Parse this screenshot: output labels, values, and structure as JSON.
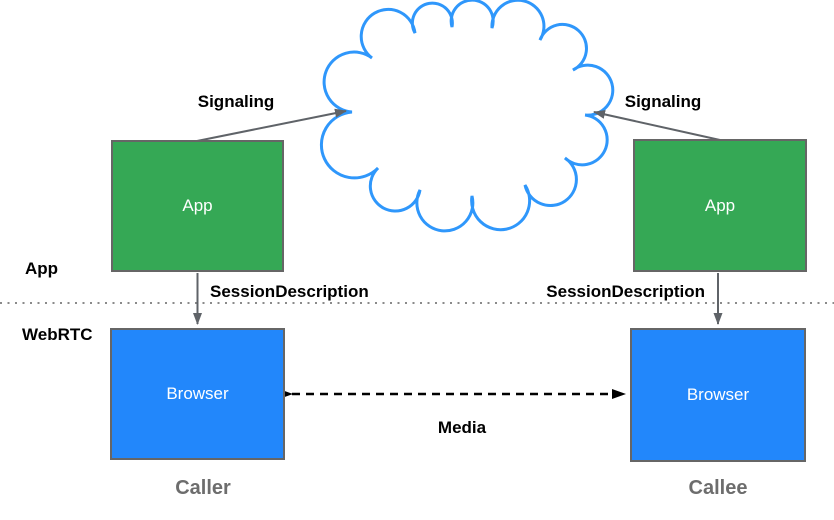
{
  "colors": {
    "box-green": "#35A855",
    "box-blue": "#2287FB",
    "cloud-stroke": "#2F97FB",
    "box-border": "#666666",
    "connector": "#5F6368",
    "media-arrow": "#000000",
    "separator": "#8A8A8A",
    "label": "#000000",
    "endpoint-label": "#6D6D6D",
    "box-text": "#FFFFFF"
  },
  "layers": {
    "app": "App",
    "webrtc": "WebRTC"
  },
  "nodes": {
    "app_left": "App",
    "app_right": "App",
    "browser_left": "Browser",
    "browser_right": "Browser"
  },
  "edges": {
    "signaling_left": "Signaling",
    "signaling_right": "Signaling",
    "session_left": "SessionDescription",
    "session_right": "SessionDescription",
    "media": "Media"
  },
  "captions": {
    "caller": "Caller",
    "callee": "Callee"
  }
}
